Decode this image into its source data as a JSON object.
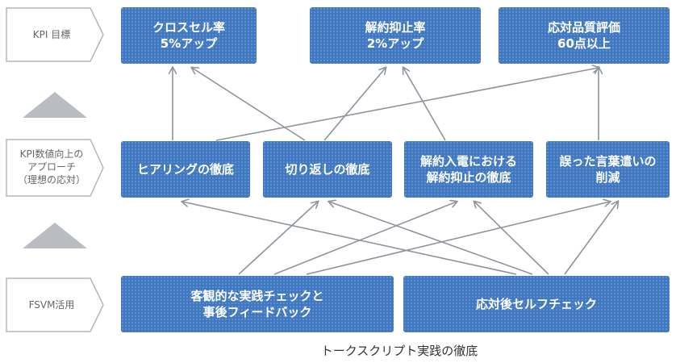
{
  "row_labels": [
    {
      "id": "kpi",
      "text": "KPI 目標"
    },
    {
      "id": "approach",
      "text": "KPI数値向上の\nアプローチ\n（理想の応対）"
    },
    {
      "id": "fsvm",
      "text": "FSVM活用"
    }
  ],
  "kpi_boxes": [
    {
      "id": "cross-sell",
      "text": "クロスセル率\n5%アップ"
    },
    {
      "id": "cancel-rate",
      "text": "解約抑止率\n2%アップ"
    },
    {
      "id": "quality",
      "text": "応対品質評価\n60点以上"
    }
  ],
  "approach_boxes": [
    {
      "id": "hearing",
      "text": "ヒアリングの徹底"
    },
    {
      "id": "kirikaeshi",
      "text": "切り返しの徹底"
    },
    {
      "id": "cancel-call",
      "text": "解約入電における\n解約抑止の徹底"
    },
    {
      "id": "wording",
      "text": "誤った言葉遣いの\n削減"
    }
  ],
  "fsvm_boxes": [
    {
      "id": "objective-check",
      "text": "客観的な実践チェックと\n事後フィードバック"
    },
    {
      "id": "self-check",
      "text": "応対後セルフチェック"
    }
  ],
  "caption": "トークスクリプト実践の徹底",
  "colors": {
    "box": "#3f78c0",
    "arrow": "#8e949e",
    "tag_border": "#b5b5b5",
    "up_triangle": "#b9bcc0"
  }
}
